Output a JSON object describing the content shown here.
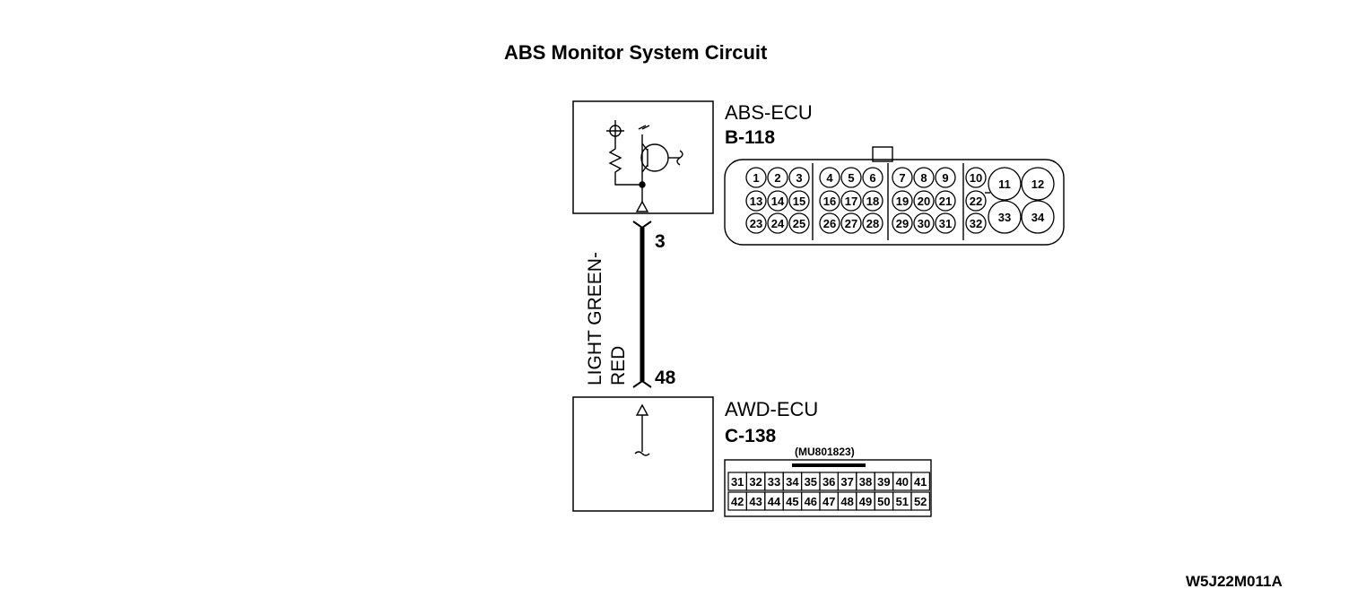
{
  "title": "ABS Monitor System Circuit",
  "abs_ecu": {
    "name": "ABS-ECU",
    "connector": "B-118",
    "terminal": "3",
    "pins_row1": [
      "1",
      "2",
      "3",
      "4",
      "5",
      "6",
      "7",
      "8",
      "9",
      "10"
    ],
    "pins_row2": [
      "13",
      "14",
      "15",
      "16",
      "17",
      "18",
      "19",
      "20",
      "21",
      "22"
    ],
    "pins_row3": [
      "23",
      "24",
      "25",
      "26",
      "27",
      "28",
      "29",
      "30",
      "31",
      "32"
    ],
    "pins_large": [
      "11",
      "12",
      "33",
      "34"
    ]
  },
  "wire": {
    "color_line1": "LIGHT GREEN-",
    "color_line2": "RED"
  },
  "awd_ecu": {
    "name": "AWD-ECU",
    "connector": "C-138",
    "part_number": "(MU801823)",
    "terminal": "48",
    "pins_row1": [
      "31",
      "32",
      "33",
      "34",
      "35",
      "36",
      "37",
      "38",
      "39",
      "40",
      "41"
    ],
    "pins_row2": [
      "42",
      "43",
      "44",
      "45",
      "46",
      "47",
      "48",
      "49",
      "50",
      "51",
      "52"
    ]
  },
  "figure_code": "W5J22M011A"
}
